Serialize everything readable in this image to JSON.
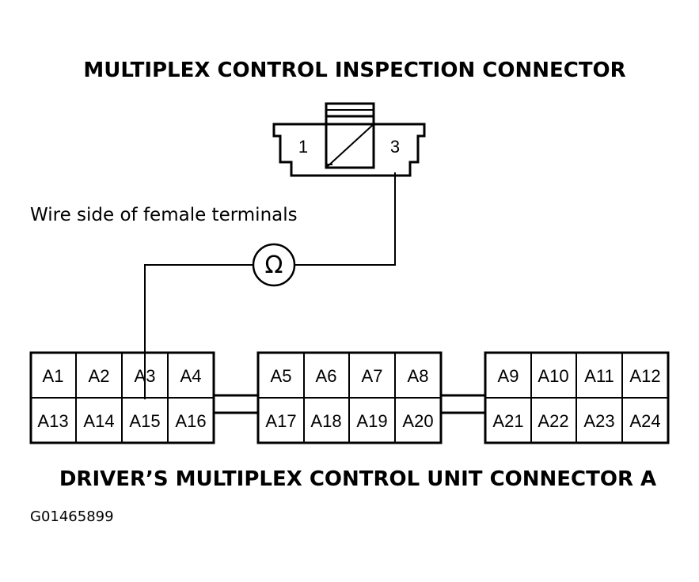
{
  "top_title": "MULTIPLEX CONTROL INSPECTION CONNECTOR",
  "bottom_title": "DRIVER’S MULTIPLEX CONTROL UNIT CONNECTOR A",
  "wire_side_label": "Wire side of female terminals",
  "figure_id": "G01465899",
  "meter_symbol": "Ω",
  "inspection_connector": {
    "pin_left": "1",
    "pin_right": "3"
  },
  "connector_a": {
    "block1": {
      "top": [
        "A1",
        "A2",
        "A3",
        "A4"
      ],
      "bottom": [
        "A13",
        "A14",
        "A15",
        "A16"
      ]
    },
    "block2": {
      "top": [
        "A5",
        "A6",
        "A7",
        "A8"
      ],
      "bottom": [
        "A17",
        "A18",
        "A19",
        "A20"
      ]
    },
    "block3": {
      "top": [
        "A9",
        "A10",
        "A11",
        "A12"
      ],
      "bottom": [
        "A21",
        "A22",
        "A23",
        "A24"
      ]
    }
  }
}
